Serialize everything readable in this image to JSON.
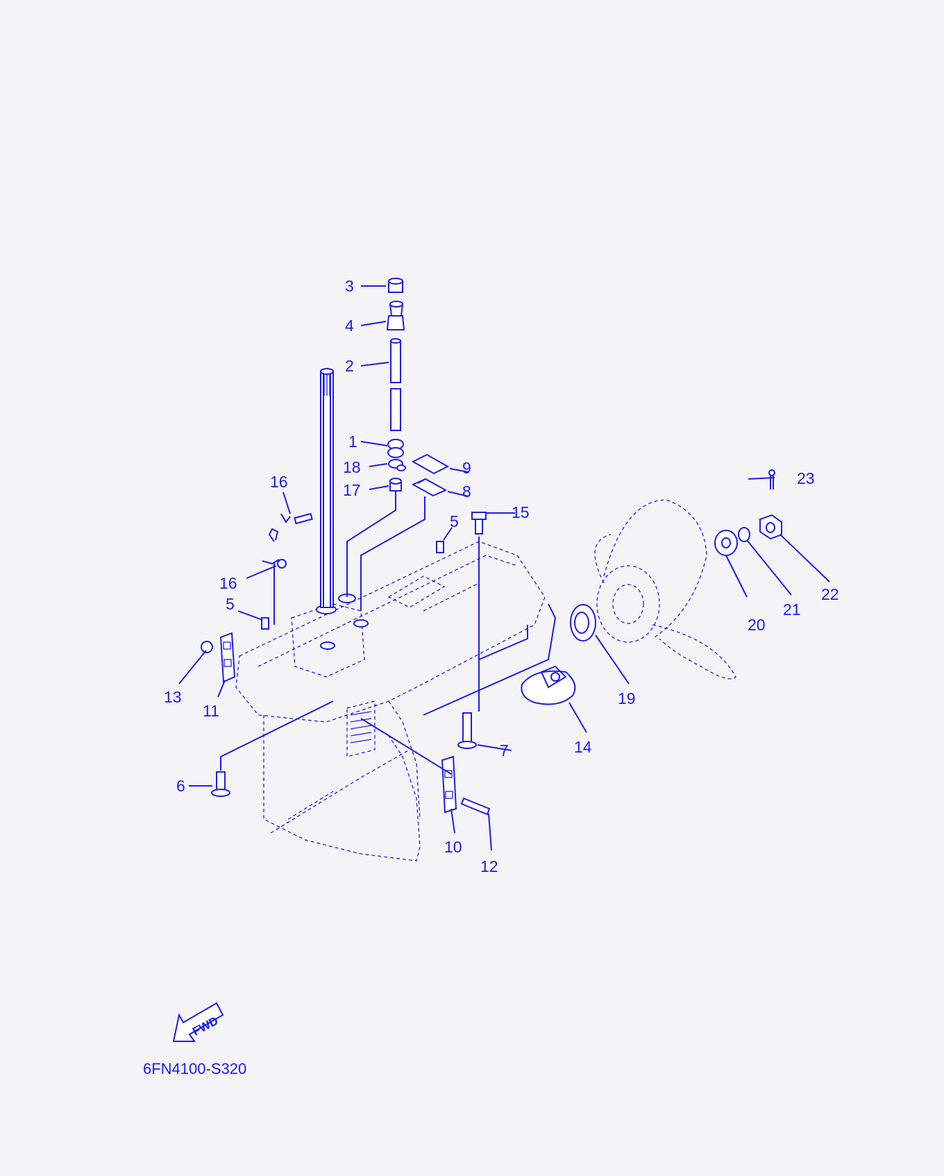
{
  "diagram": {
    "code": "6FN4100-S320",
    "fwd_text": "FWD",
    "accent_color": "#1c1cf0",
    "background_color": "#f4f4f6",
    "callouts": [
      "1",
      "2",
      "3",
      "4",
      "5",
      "5",
      "6",
      "7",
      "8",
      "9",
      "10",
      "11",
      "12",
      "13",
      "14",
      "15",
      "16",
      "16",
      "17",
      "18",
      "19",
      "20",
      "21",
      "22",
      "23"
    ]
  }
}
